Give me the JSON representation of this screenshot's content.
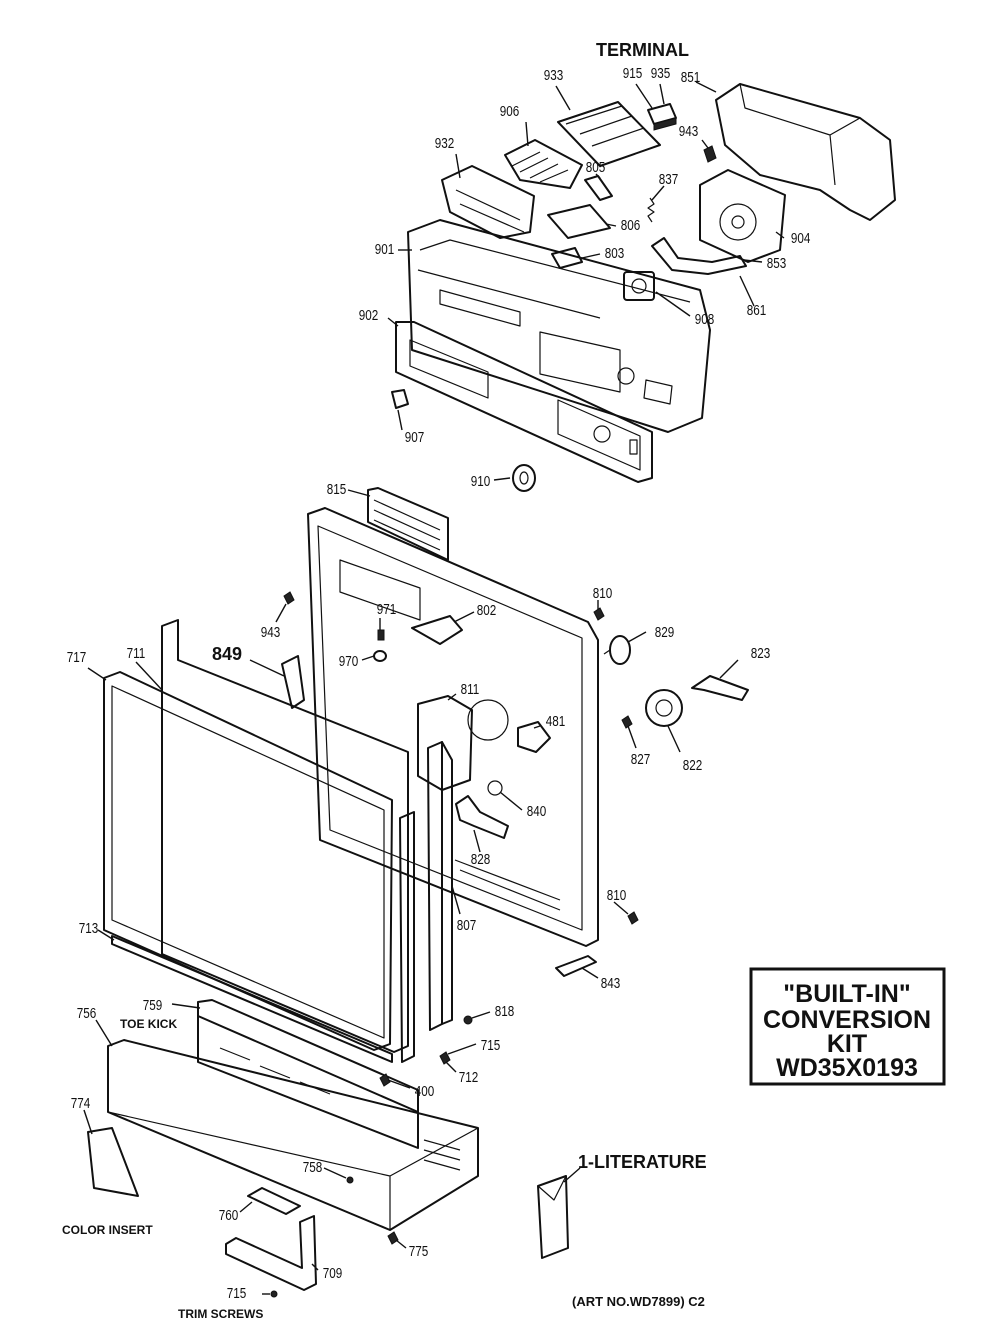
{
  "labels": {
    "terminal": "TERMINAL",
    "p933": "933",
    "p915": "915",
    "p935": "935",
    "p851": "851",
    "p906": "906",
    "p932": "932",
    "p943a": "943",
    "p805": "805",
    "p837": "837",
    "p806": "806",
    "p904": "904",
    "p901": "901",
    "p803": "803",
    "p853": "853",
    "p908": "908",
    "p861": "861",
    "p902": "902",
    "p907": "907",
    "p910": "910",
    "p815": "815",
    "p810a": "810",
    "p943b": "943",
    "p971": "971",
    "p802": "802",
    "p829": "829",
    "p717": "717",
    "p711": "711",
    "p849": "849",
    "p970": "970",
    "p823": "823",
    "p811": "811",
    "p481": "481",
    "p827": "827",
    "p822": "822",
    "p840": "840",
    "p828": "828",
    "p810b": "810",
    "p713": "713",
    "p807": "807",
    "p843": "843",
    "p759": "759",
    "toe_kick": "TOE KICK",
    "p818": "818",
    "p756": "756",
    "p715a": "715",
    "p712": "712",
    "p400": "400",
    "p774": "774",
    "p758": "758",
    "color_insert": "COLOR INSERT",
    "p760": "760",
    "p775": "775",
    "p709": "709",
    "p715b": "715",
    "trim_screws": "TRIM SCREWS",
    "literature": "1-LITERATURE",
    "art_no": "(ART NO.WD7899) C2"
  },
  "kit_box": {
    "line1": "\"BUILT-IN\"",
    "line2": "CONVERSION",
    "line3": "KIT",
    "line4": "WD35X0193"
  }
}
